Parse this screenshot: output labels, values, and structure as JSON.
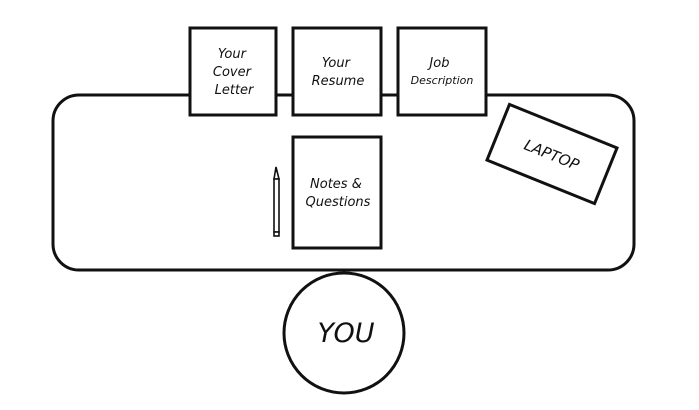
{
  "documents": {
    "cover_letter": [
      "Your",
      "Cover",
      "Letter"
    ],
    "resume": [
      "Your",
      "Resume"
    ],
    "job_description": [
      "Job",
      "Description"
    ],
    "notes": [
      "Notes &",
      "Questions"
    ]
  },
  "laptop_label": "LAPTOP",
  "person_label": "YOU",
  "colors": {
    "line": "#111111",
    "paper": "#ffffff"
  }
}
